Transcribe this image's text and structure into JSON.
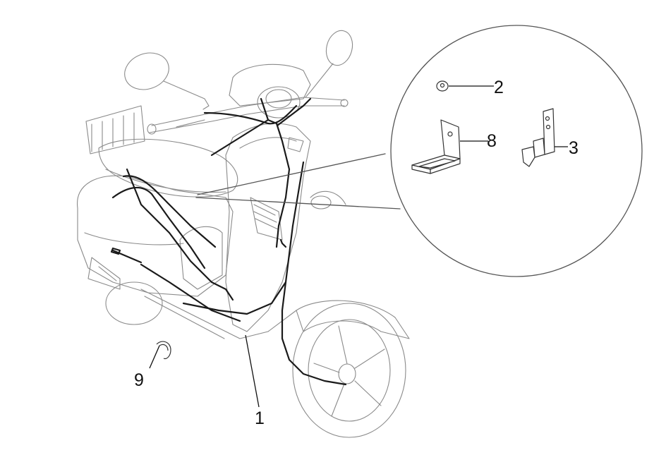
{
  "callouts": {
    "c1": "1",
    "c2": "2",
    "c3": "3",
    "c8": "8",
    "c9": "9"
  },
  "colors": {
    "outline": "#8a8a8a",
    "cable": "#1a1a1a",
    "background": "#ffffff"
  }
}
